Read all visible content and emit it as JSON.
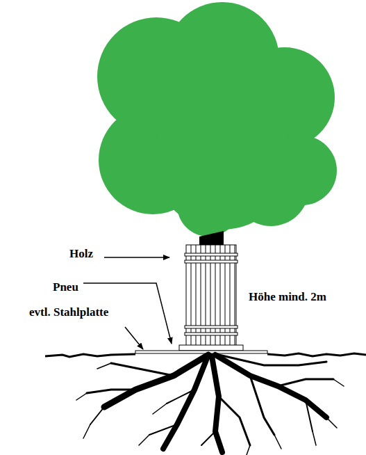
{
  "diagram": {
    "labels": [
      "Holz",
      "Pneu",
      "evtl. Stahlplatte",
      "Höhe mind. 2m"
    ]
  }
}
